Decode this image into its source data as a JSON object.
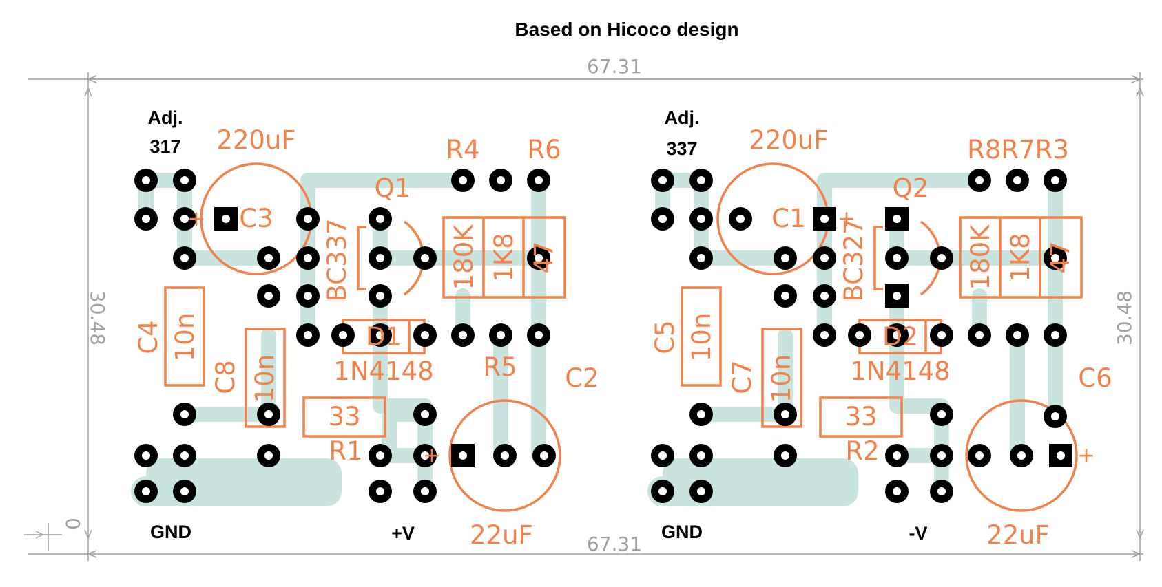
{
  "title": "Based on Hicoco design",
  "dimensions": {
    "top_width": "67.31",
    "bottom_width": "67.31",
    "left_height": "30.48",
    "right_height": "30.48",
    "origin": "0"
  },
  "left_module": {
    "adj_label": "Adj.",
    "adj_value": "317",
    "gnd_label": "GND",
    "out_label": "+V",
    "cap_big": "220uF",
    "cap_big_ref": "C3",
    "transistor_ref": "Q1",
    "transistor_part": "BC337",
    "diode_ref": "D1",
    "diode_part": "1N4148",
    "r4": "R4",
    "r6": "R6",
    "r5": "R5",
    "r1": "R1",
    "r1_value": "33",
    "c2": "C2",
    "c2_value": "22uF",
    "c4": "C4",
    "c4_value": "10n",
    "c8": "C8",
    "c8_value": "10n",
    "res_180k": "180K",
    "res_1k8": "1K8",
    "res_47": "47"
  },
  "right_module": {
    "adj_label": "Adj.",
    "adj_value": "337",
    "gnd_label": "GND",
    "out_label": "-V",
    "cap_big": "220uF",
    "cap_big_ref": "C1",
    "transistor_ref": "Q2",
    "transistor_part": "BC327",
    "diode_ref": "D2",
    "diode_part": "1N4148",
    "resistor_refs": "R8R7R3",
    "r2": "R2",
    "r2_value": "33",
    "c6": "C6",
    "c6_value": "22uF",
    "c5": "C5",
    "c5_value": "10n",
    "c7": "C7",
    "c7_value": "10n",
    "res_180k": "180K",
    "res_1k8": "1K8",
    "res_47": "47"
  },
  "colors": {
    "silkscreen": "#f0824a",
    "trace": "#c9e3df",
    "pad": "#000000",
    "dimension": "#a0a0a0"
  }
}
